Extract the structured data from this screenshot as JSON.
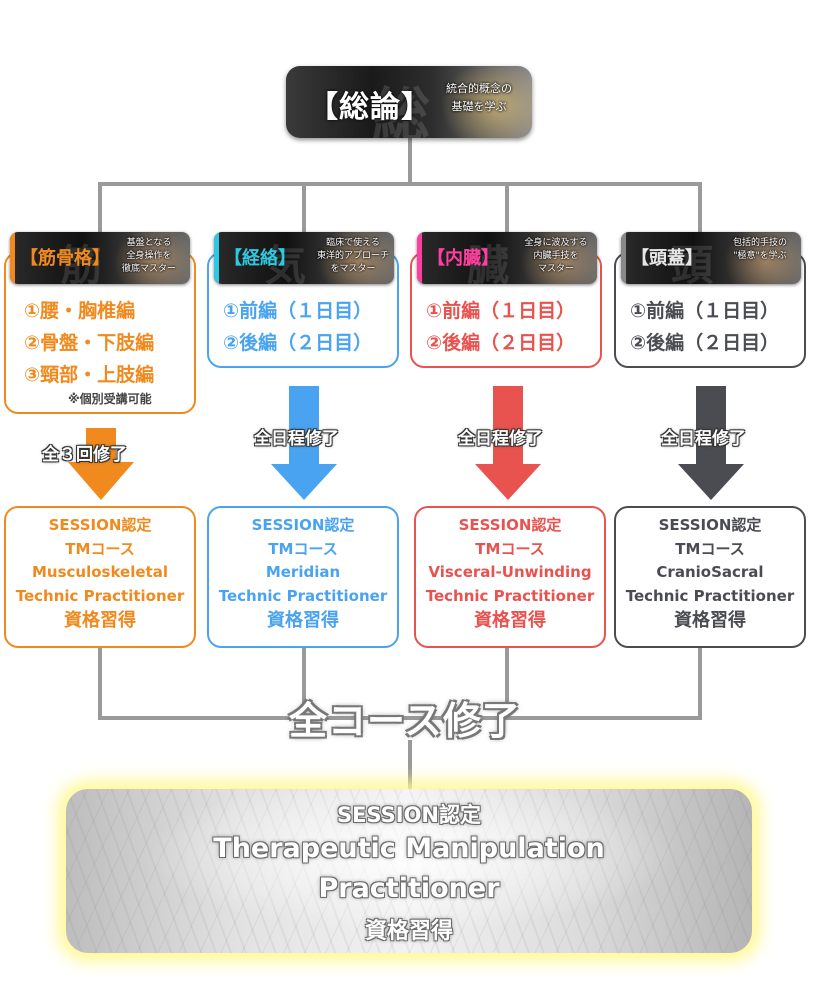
{
  "top": {
    "title": "【総論】",
    "bg_kanji": "総",
    "subtitle": "統合的概念の\n基礎を学ぶ"
  },
  "courses": [
    {
      "color": "#f08a1e",
      "header_title": "【筋骨格】",
      "header_bg_kanji": "筋",
      "header_subtitle": "基盤となる\n全身操作を\n徹底マスター",
      "lines": [
        "①腰・胸椎編",
        "②骨盤・下肢編",
        "③頸部・上肢編"
      ],
      "note": "※個別受講可能",
      "arrow_label": "全３回修了",
      "cert": {
        "session": "SESSION認定",
        "tm": "TMコース",
        "name": "Musculoskeletal",
        "practitioner": "Technic Practitioner",
        "qualification": "資格習得"
      }
    },
    {
      "color": "#4aa3f0",
      "header_title": "【経絡】",
      "header_bg_kanji": "気",
      "header_subtitle": "臨床で使える\n東洋的アプローチ\nをマスター",
      "lines": [
        "①前編（１日目）",
        "②後編（２日目）"
      ],
      "note": "",
      "arrow_label": "全日程修了",
      "cert": {
        "session": "SESSION認定",
        "tm": "TMコース",
        "name": "Meridian",
        "practitioner": "Technic Practitioner",
        "qualification": "資格習得"
      }
    },
    {
      "color": "#e8524f",
      "header_title": "【内臓】",
      "header_bg_kanji": "臓",
      "header_subtitle": "全身に波及する\n内臓手技を\nマスター",
      "lines": [
        "①前編（１日目）",
        "②後編（２日目）"
      ],
      "note": "",
      "arrow_label": "全日程修了",
      "cert": {
        "session": "SESSION認定",
        "tm": "TMコース",
        "name": "Visceral-Unwinding",
        "practitioner": "Technic Practitioner",
        "qualification": "資格習得"
      }
    },
    {
      "color": "#4a4c52",
      "header_title": "【頭蓋】",
      "header_bg_kanji": "頭",
      "header_subtitle": "包括的手技の\n\"極意\"を学ぶ",
      "lines": [
        "①前編（１日目）",
        "②後編（２日目）"
      ],
      "note": "",
      "arrow_label": "全日程修了",
      "cert": {
        "session": "SESSION認定",
        "tm": "TMコース",
        "name": "CranioSacral",
        "practitioner": "Technic Practitioner",
        "qualification": "資格習得"
      }
    }
  ],
  "course_title_colors": [
    "#f08a1e",
    "#2ec8e0",
    "#ff3fa0",
    "#e0e0e0"
  ],
  "all_complete": "全コース修了",
  "final": {
    "session": "SESSION認定",
    "name_line1": "Therapeutic Manipulation",
    "name_line2": "Practitioner",
    "qualification": "資格習得",
    "glow_color": "#fff88c"
  }
}
